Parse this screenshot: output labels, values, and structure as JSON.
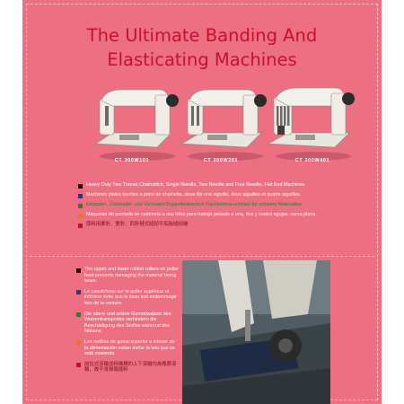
{
  "title": {
    "line1": "The Ultimate Banding And",
    "line2": "Elasticating Machines"
  },
  "machines": [
    {
      "label": "CT 300W101"
    },
    {
      "label": "CT 300W201"
    },
    {
      "label": "CT 300W401"
    }
  ],
  "descriptions": [
    {
      "text": "Heavy Duty Two Thread Chainstitch, Single Needle, Two Needle and Four Needle, Flat Bed Machines.",
      "color": "#ffffff",
      "marker": "#000000"
    },
    {
      "text": "Machines plates lourdes a point de chainette, deux fils une aiguille, deux aiguilles et quatre aiguilles.",
      "color": "#ffffff",
      "marker": "#1e3c8c"
    },
    {
      "text": "Einnadel-, Zweinadel- und Viernadel-Doppelkettenstich Flachbettma-schinen für schwere Materialien.",
      "color": "#2f7d2f",
      "marker": "#2f7d2f"
    },
    {
      "text": "Máquinas de puntada de cadeneta a dos hilos para trabajo pesado a una, dos y cuatro agujas, cama plana.",
      "color": "#ffffff",
      "marker": "#e07a18"
    },
    {
      "text": "厚料用單針、雙針、四針鏈式縫紉平底板縫紉機",
      "color": "#7a1020",
      "marker": "#c8102e"
    }
  ],
  "features": [
    {
      "text": "The upper and lower rubber rollers on puller feed prevents damaging the material being sewn.",
      "color": "#ffffff",
      "marker": "#000000"
    },
    {
      "text": "Le caoutchouc sur le puller supérieur et inférieur évite que le tissu soit endommagé lors de la couture.",
      "color": "#ffffff",
      "marker": "#1e3c8c"
    },
    {
      "text": "Die obere und untere Gummiwalzen des Walzentransportes verhindern die Beschädigung des Stoffes während des Nähens.",
      "color": "#ffffff",
      "marker": "#2f7d2f"
    },
    {
      "text": "Los rodillos de goma superior e inferior de la alimentación evitan dañar la tela que se está cosiendo.",
      "color": "#ffffff",
      "marker": "#e07a18"
    },
    {
      "text": "前拉式滾輪送料機構的上下滾輪均為橡膠滾輪，故不會損傷縫料",
      "color": "#7a1020",
      "marker": "#c8102e"
    }
  ],
  "colors": {
    "background": "#ec6f82",
    "title": "#c8102e"
  }
}
